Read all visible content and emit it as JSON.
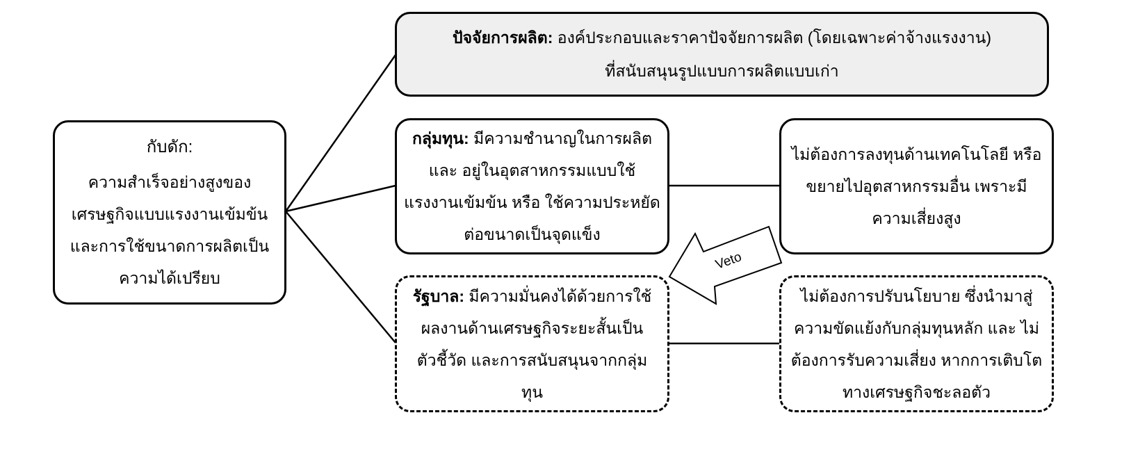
{
  "trap": {
    "title": "กับดัก:",
    "lines": [
      "ความสำเร็จอย่างสูงของ",
      "เศรษฐกิจแบบแรงงานเข้มข้น",
      "และการใช้ขนาดการผลิตเป็น",
      "ความได้เปรียบ"
    ]
  },
  "factors": {
    "label": "ปัจจัยการผลิต:",
    "line1": "องค์ประกอบและราคาปัจจัยการผลิต (โดยเฉพาะค่าจ้างแรงงาน)",
    "line2": "ที่สนับสนุนรูปแบบการผลิตแบบเก่า"
  },
  "capital": {
    "label": "กลุ่มทุน:",
    "line1": "มีความชำนาญในการผลิต",
    "lines": [
      "และ อยู่ในอุตสาหกรรมแบบใช้",
      "แรงงานเข้มข้น หรือ ใช้ความประหยัด",
      "ต่อขนาดเป็นจุดแข็ง"
    ]
  },
  "capital_outcome": {
    "lines": [
      "ไม่ต้องการลงทุนด้านเทคโนโลยี หรือ",
      "ขยายไปอุตสาหกรรมอื่น เพราะมี",
      "ความเสี่ยงสูง"
    ]
  },
  "government": {
    "label": "รัฐบาล:",
    "line1": "มีความมั่นคงได้ด้วยการใช้",
    "lines": [
      "ผลงานด้านเศรษฐกิจระยะสั้นเป็น",
      "ตัวชี้วัด และการสนับสนุนจากกลุ่ม",
      "ทุน"
    ]
  },
  "government_outcome": {
    "lines": [
      "ไม่ต้องการปรับนโยบาย ซึ่งนำมาสู่",
      "ความขัดแย้งกับกลุ่มทุนหลัก และ ไม่",
      "ต้องการรับความเสี่ยง หากการเติบโต",
      "ทางเศรษฐกิจชะลอตัว"
    ]
  },
  "veto_arrow": {
    "label": "Veto"
  }
}
